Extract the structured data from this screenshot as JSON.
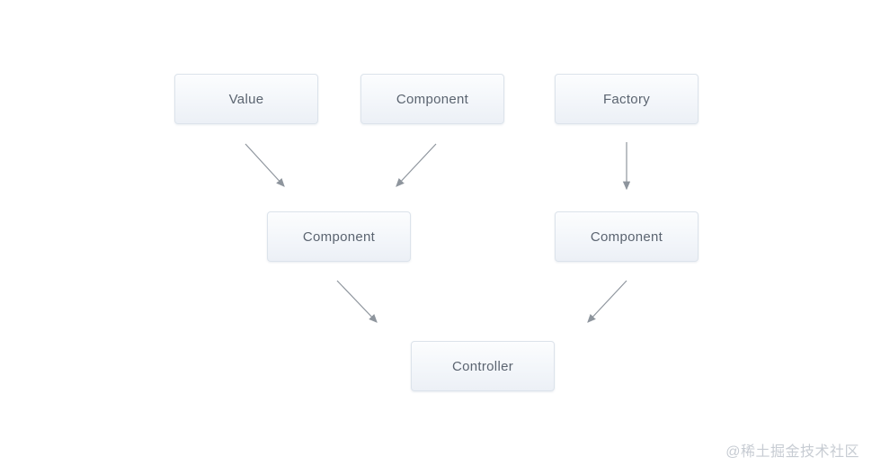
{
  "diagram": {
    "title": "dependency-injection-diagram",
    "nodes": [
      {
        "id": "value",
        "label": "Value"
      },
      {
        "id": "component-top",
        "label": "Component"
      },
      {
        "id": "factory",
        "label": "Factory"
      },
      {
        "id": "component-left",
        "label": "Component"
      },
      {
        "id": "component-right",
        "label": "Component"
      },
      {
        "id": "controller",
        "label": "Controller"
      }
    ],
    "edges": [
      {
        "from": "value",
        "to": "component-left"
      },
      {
        "from": "component-top",
        "to": "component-left"
      },
      {
        "from": "factory",
        "to": "component-right"
      },
      {
        "from": "component-left",
        "to": "controller"
      },
      {
        "from": "component-right",
        "to": "controller"
      }
    ]
  },
  "watermark": {
    "text": "@稀土掘金技术社区"
  },
  "colors": {
    "background": "#ffffff",
    "node_border": "#dce3eb",
    "node_fill_top": "#fcfdfe",
    "node_fill_bottom": "#ecf0f6",
    "node_text": "#5b6470",
    "arrow": "#8e959d",
    "watermark_text": "#c7ccd3"
  }
}
